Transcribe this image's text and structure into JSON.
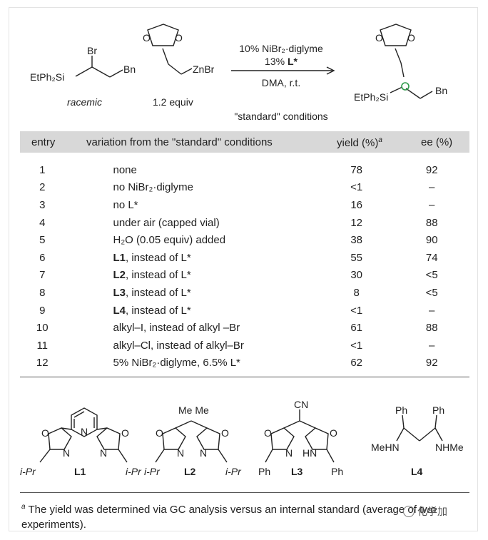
{
  "scheme": {
    "reactant1": {
      "br": "Br",
      "silyl": "EtPh₂Si",
      "bn": "Bn",
      "label": "racemic"
    },
    "reactant2": {
      "znbr": "ZnBr",
      "label": "1.2 equiv"
    },
    "conditions": {
      "line1": "10% NiBr₂·diglyme",
      "line2_prefix": "13% ",
      "line2_bold": "L*",
      "line3": "DMA, r.t.",
      "caption": "\"standard\" conditions"
    },
    "product": {
      "silyl": "EtPh₂Si",
      "bn": "Bn"
    }
  },
  "table": {
    "headers": {
      "entry": "entry",
      "variation": "variation from the \"standard\" conditions",
      "yield": "yield (%)",
      "yield_sup": "a",
      "ee": "ee (%)"
    },
    "rows": [
      {
        "entry": "1",
        "variation_bold": "",
        "variation": "none",
        "yield": "78",
        "ee": "92"
      },
      {
        "entry": "2",
        "variation_bold": "",
        "variation": "no NiBr₂·diglyme",
        "yield": "<1",
        "ee": "–"
      },
      {
        "entry": "3",
        "variation_bold": "",
        "variation": "no L*",
        "yield": "16",
        "ee": "–"
      },
      {
        "entry": "4",
        "variation_bold": "",
        "variation": "under air (capped vial)",
        "yield": "12",
        "ee": "88"
      },
      {
        "entry": "5",
        "variation_bold": "",
        "variation": "H₂O (0.05 equiv) added",
        "yield": "38",
        "ee": "90"
      },
      {
        "entry": "6",
        "variation_bold": "L1",
        "variation": ", instead of L*",
        "yield": "55",
        "ee": "74"
      },
      {
        "entry": "7",
        "variation_bold": "L2",
        "variation": ", instead of L*",
        "yield": "30",
        "ee": "<5"
      },
      {
        "entry": "8",
        "variation_bold": "L3",
        "variation": ", instead of L*",
        "yield": "8",
        "ee": "<5"
      },
      {
        "entry": "9",
        "variation_bold": "L4",
        "variation": ", instead of L*",
        "yield": "<1",
        "ee": "–"
      },
      {
        "entry": "10",
        "variation_bold": "",
        "variation": "alkyl–I, instead of alkyl –Br",
        "yield": "61",
        "ee": "88"
      },
      {
        "entry": "11",
        "variation_bold": "",
        "variation": "alkyl–Cl, instead of alkyl–Br",
        "yield": "<1",
        "ee": "–"
      },
      {
        "entry": "12",
        "variation_bold": "",
        "variation": "5% NiBr₂·diglyme, 6.5% L*",
        "yield": "62",
        "ee": "92"
      }
    ]
  },
  "ligands": {
    "l1": {
      "name": "L1",
      "sub_left": "i-Pr",
      "sub_right": "i-Pr"
    },
    "l2": {
      "name": "L2",
      "top": "Me Me",
      "sub_left": "i-Pr",
      "sub_right": "i-Pr"
    },
    "l3": {
      "name": "L3",
      "top": "CN",
      "sub_left": "Ph",
      "sub_right": "Ph",
      "nh": "HN"
    },
    "l4": {
      "name": "L4",
      "ph_left": "Ph",
      "ph_right": "Ph",
      "nh_left": "MeHN",
      "nh_right": "NHMe"
    }
  },
  "footnote": {
    "sup": "a",
    "text": "The yield was determined via GC analysis versus an internal standard (average of two experiments)."
  },
  "watermark": "化学加"
}
